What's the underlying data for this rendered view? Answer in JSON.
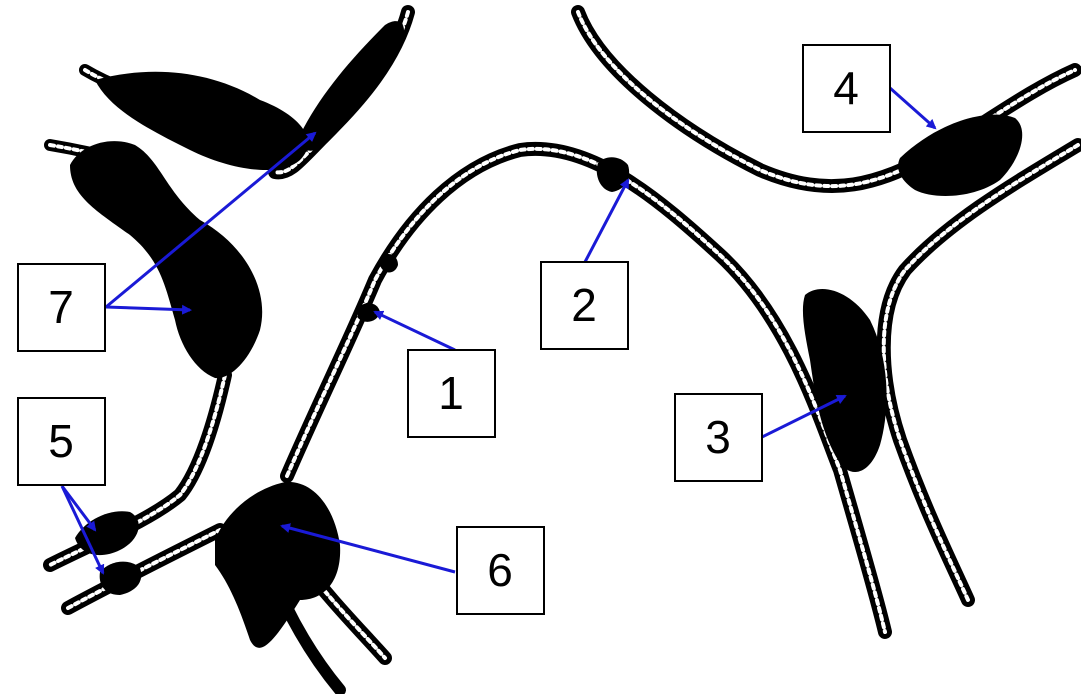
{
  "labels": [
    "1",
    "2",
    "3",
    "4",
    "5",
    "6",
    "7"
  ],
  "colors": {
    "fiber": "#000000",
    "fiber_core": "#ffffff",
    "blob": "#000000",
    "arrow": "#1a1ad6",
    "box_border": "#000000",
    "box_fill": "#ffffff",
    "background": "#ffffff"
  }
}
